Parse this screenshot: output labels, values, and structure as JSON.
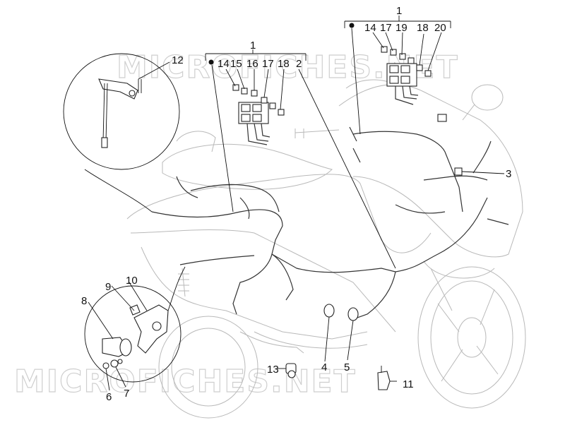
{
  "watermark": "MICROFICHES.NET",
  "group_left": {
    "number": "1",
    "labels": [
      "14",
      "15",
      "16",
      "17",
      "18",
      "2"
    ]
  },
  "group_right": {
    "number": "1",
    "labels": [
      "14",
      "17",
      "19",
      "18",
      "20"
    ]
  },
  "callouts": {
    "c3": "3",
    "c4": "4",
    "c5": "5",
    "c6": "6",
    "c7": "7",
    "c8": "8",
    "c9": "9",
    "c10": "10",
    "c11": "11",
    "c12": "12",
    "c13": "13"
  }
}
